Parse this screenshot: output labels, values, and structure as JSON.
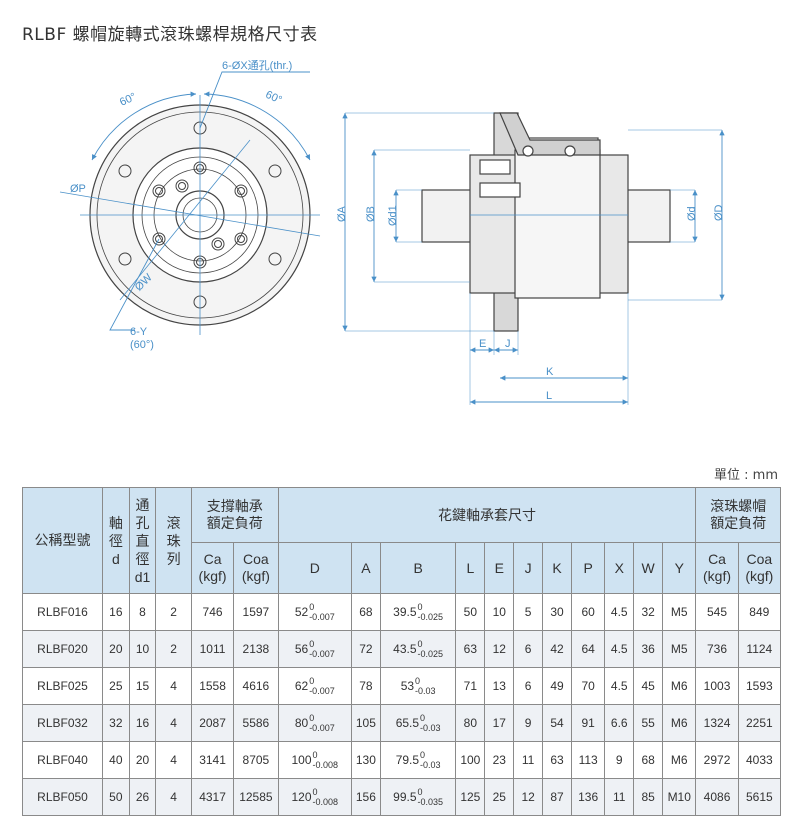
{
  "title": "RLBF 螺帽旋轉式滾珠螺桿規格尺寸表",
  "drawing": {
    "labels": {
      "holes": "6-ØX通孔(thr.)",
      "angle_left": "60°",
      "angle_right": "60°",
      "pcd": "ØP",
      "w": "ØW",
      "y": "6-Y",
      "y_angle": "(60°)",
      "dA": "ØA",
      "dB": "ØB",
      "dd1": "Ød1",
      "dd": "Ød",
      "dD": "ØD",
      "E": "E",
      "J": "J",
      "K": "K",
      "L": "L"
    }
  },
  "unit_label": "單位 : mm",
  "table": {
    "headers": {
      "model": "公稱型號",
      "shaft": [
        "軸",
        "徑",
        "d"
      ],
      "bore": [
        "通",
        "孔",
        "直",
        "徑",
        "d1"
      ],
      "rows_balls": [
        "滾",
        "珠",
        "列"
      ],
      "support": [
        "支撐軸承",
        "額定負荷"
      ],
      "spline": "花鍵軸承套尺寸",
      "nut": [
        "滾珠螺帽",
        "額定負荷"
      ],
      "ca": [
        "Ca",
        "(kgf)"
      ],
      "coa": [
        "Coa",
        "(kgf)"
      ],
      "D": "D",
      "A": "A",
      "B": "B",
      "L": "L",
      "E": "E",
      "J": "J",
      "K": "K",
      "P": "P",
      "X": "X",
      "W": "W",
      "Y": "Y"
    },
    "rows": [
      {
        "model": "RLBF016",
        "d": "16",
        "d1": "8",
        "n": "2",
        "ca": "746",
        "coa": "1597",
        "D": "52",
        "D_up": "0",
        "D_lo": "-0.007",
        "A": "68",
        "B": "39.5",
        "B_up": "0",
        "B_lo": "-0.025",
        "L": "50",
        "E": "10",
        "J": "5",
        "K": "30",
        "P": "60",
        "X": "4.5",
        "W": "32",
        "Y": "M5",
        "nca": "545",
        "ncoa": "849"
      },
      {
        "model": "RLBF020",
        "d": "20",
        "d1": "10",
        "n": "2",
        "ca": "1011",
        "coa": "2138",
        "D": "56",
        "D_up": "0",
        "D_lo": "-0.007",
        "A": "72",
        "B": "43.5",
        "B_up": "0",
        "B_lo": "-0.025",
        "L": "63",
        "E": "12",
        "J": "6",
        "K": "42",
        "P": "64",
        "X": "4.5",
        "W": "36",
        "Y": "M5",
        "nca": "736",
        "ncoa": "1124"
      },
      {
        "model": "RLBF025",
        "d": "25",
        "d1": "15",
        "n": "4",
        "ca": "1558",
        "coa": "4616",
        "D": "62",
        "D_up": "0",
        "D_lo": "-0.007",
        "A": "78",
        "B": "53",
        "B_up": "0",
        "B_lo": "-0.03",
        "L": "71",
        "E": "13",
        "J": "6",
        "K": "49",
        "P": "70",
        "X": "4.5",
        "W": "45",
        "Y": "M6",
        "nca": "1003",
        "ncoa": "1593"
      },
      {
        "model": "RLBF032",
        "d": "32",
        "d1": "16",
        "n": "4",
        "ca": "2087",
        "coa": "5586",
        "D": "80",
        "D_up": "0",
        "D_lo": "-0.007",
        "A": "105",
        "B": "65.5",
        "B_up": "0",
        "B_lo": "-0.03",
        "L": "80",
        "E": "17",
        "J": "9",
        "K": "54",
        "P": "91",
        "X": "6.6",
        "W": "55",
        "Y": "M6",
        "nca": "1324",
        "ncoa": "2251"
      },
      {
        "model": "RLBF040",
        "d": "40",
        "d1": "20",
        "n": "4",
        "ca": "3141",
        "coa": "8705",
        "D": "100",
        "D_up": "0",
        "D_lo": "-0.008",
        "A": "130",
        "B": "79.5",
        "B_up": "0",
        "B_lo": "-0.03",
        "L": "100",
        "E": "23",
        "J": "11",
        "K": "63",
        "P": "113",
        "X": "9",
        "W": "68",
        "Y": "M6",
        "nca": "2972",
        "ncoa": "4033"
      },
      {
        "model": "RLBF050",
        "d": "50",
        "d1": "26",
        "n": "4",
        "ca": "4317",
        "coa": "12585",
        "D": "120",
        "D_up": "0",
        "D_lo": "-0.008",
        "A": "156",
        "B": "99.5",
        "B_up": "0",
        "B_lo": "-0.035",
        "L": "125",
        "E": "25",
        "J": "12",
        "K": "87",
        "P": "136",
        "X": "11",
        "W": "85",
        "Y": "M10",
        "nca": "4086",
        "ncoa": "5615"
      }
    ]
  }
}
